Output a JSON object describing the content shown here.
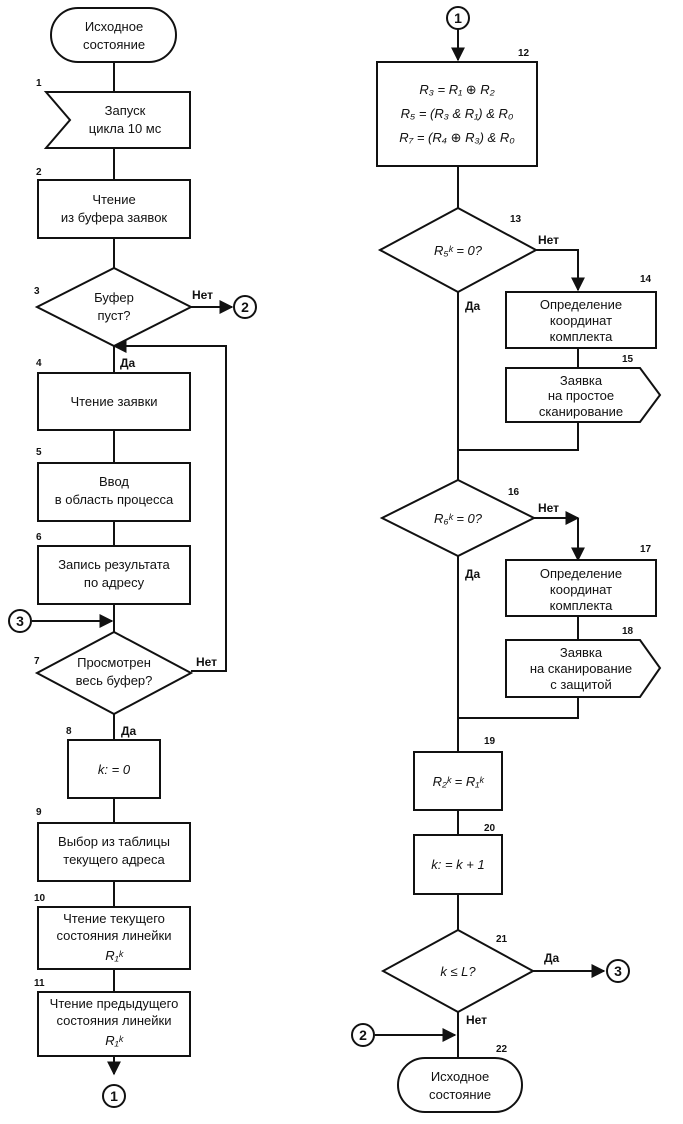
{
  "blocks": {
    "start": [
      "Исходное",
      "состояние"
    ],
    "b1": {
      "num": "1",
      "lines": [
        "Запуск",
        "цикла 10 мс"
      ]
    },
    "b2": {
      "num": "2",
      "lines": [
        "Чтение",
        "из буфера заявок"
      ]
    },
    "b3": {
      "num": "3",
      "lines": [
        "Буфер",
        "пуст?"
      ],
      "no": "Нет",
      "yes": "Да"
    },
    "b4": {
      "num": "4",
      "lines": [
        "Чтение заявки"
      ]
    },
    "b5": {
      "num": "5",
      "lines": [
        "Ввод",
        "в область процесса"
      ]
    },
    "b6": {
      "num": "6",
      "lines": [
        "Запись результата",
        "по адресу"
      ]
    },
    "b7": {
      "num": "7",
      "lines": [
        "Просмотрен",
        "весь буфер?"
      ],
      "no": "Нет",
      "yes": "Да"
    },
    "b8": {
      "num": "8",
      "lines": [
        "k: = 0"
      ]
    },
    "b9": {
      "num": "9",
      "lines": [
        "Выбор из таблицы",
        "текущего адреса"
      ]
    },
    "b10": {
      "num": "10",
      "lines": [
        "Чтение текущего",
        "состояния линейки",
        "R₁ᵏ"
      ]
    },
    "b11": {
      "num": "11",
      "lines": [
        "Чтение предыдущего",
        "состояния линейки",
        "R₁ᵏ"
      ]
    },
    "b12": {
      "num": "12",
      "lines": [
        "R₃ = R₁ ⊕ R₂",
        "R₅ = (R₃ & R₁) & R₀",
        "R₇ = (R₄ ⊕ R₃) & R₀"
      ]
    },
    "b13": {
      "num": "13",
      "lines": [
        "R₅ᵏ = 0?"
      ],
      "no": "Нет",
      "yes": "Да"
    },
    "b14": {
      "num": "14",
      "lines": [
        "Определение",
        "координат",
        "комплекта"
      ]
    },
    "b15": {
      "num": "15",
      "lines": [
        "Заявка",
        "на простое",
        "сканирование"
      ]
    },
    "b16": {
      "num": "16",
      "lines": [
        "R₆ᵏ = 0?"
      ],
      "no": "Нет",
      "yes": "Да"
    },
    "b17": {
      "num": "17",
      "lines": [
        "Определение",
        "координат",
        "комплекта"
      ]
    },
    "b18": {
      "num": "18",
      "lines": [
        "Заявка",
        "на сканирование",
        "с защитой"
      ]
    },
    "b19": {
      "num": "19",
      "lines": [
        "R₂ᵏ = R₁ᵏ"
      ]
    },
    "b20": {
      "num": "20",
      "lines": [
        "k: = k + 1"
      ]
    },
    "b21": {
      "num": "21",
      "lines": [
        "k ≤ L?"
      ],
      "no": "Нет",
      "yes": "Да"
    },
    "b22": {
      "num": "22",
      "lines": [
        "Исходное",
        "состояние"
      ]
    }
  },
  "connectors": {
    "c1_top": "1",
    "c1_bottom": "1",
    "c2_right": "2",
    "c2_left": "2",
    "c3_left": "3",
    "c3_right": "3"
  }
}
